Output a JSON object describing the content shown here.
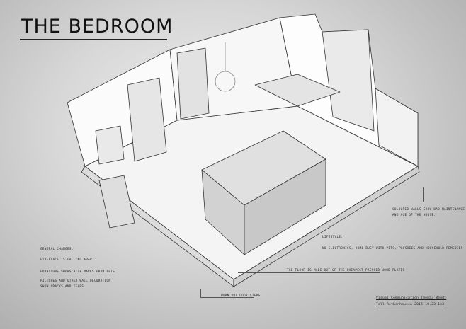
{
  "title": "THE BEDROOM",
  "notes": {
    "general_heading": "General changes:",
    "general_1": "Fireplace is falling apart",
    "general_2": "Furniture shows bite marks from pets",
    "general_3a": "Pictures and other wall decoration",
    "general_3b": "show cracks and tears",
    "lifestyle_heading": "Lifestyle:",
    "lifestyle_1": "No electronics, home busy with pets, plushies and household remedies",
    "floor": "The floor is made out of the cheapest pressed wood plates",
    "steps": "Worn out door steps",
    "walls_a": "Coloured walls show bad maintenance",
    "walls_b": "and age of the house."
  },
  "signature": {
    "line1": "Visual Communication Thema3 Wendt",
    "line2": "Tell Rothenhausen 2015.10.23 1x3"
  }
}
